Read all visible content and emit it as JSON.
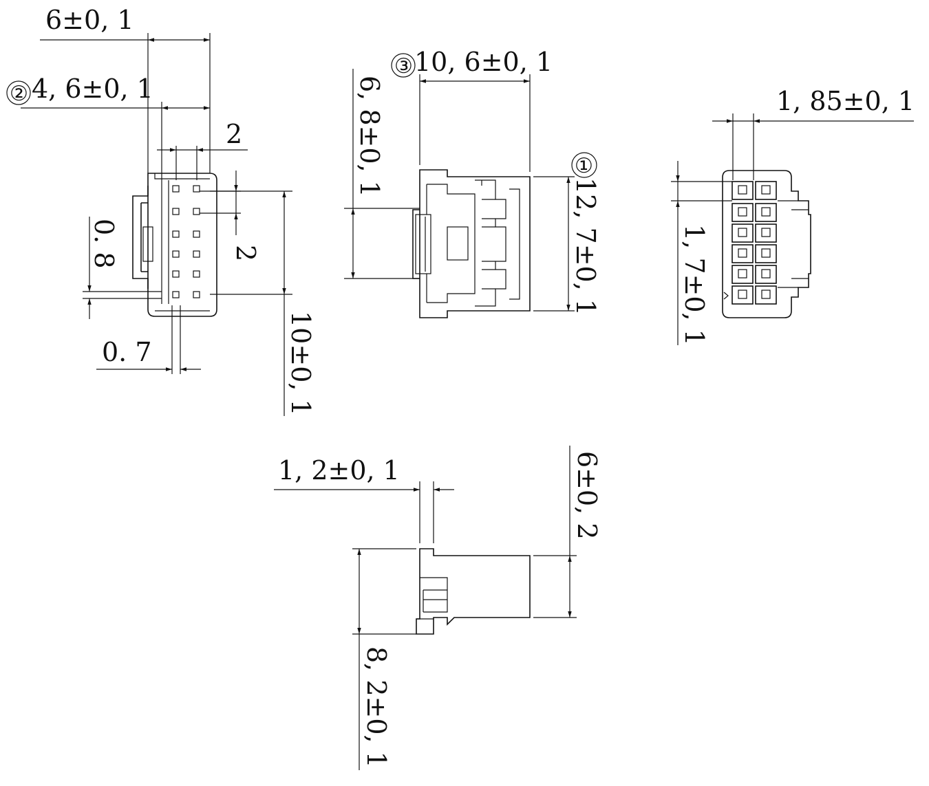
{
  "dimensions": {
    "width_6": "6±0, 1",
    "width_4_6": "4, 6±0, 1",
    "pitch_2_h": "2",
    "pitch_2_v": "2",
    "gap_0_8": "0. 8",
    "gap_0_7": "0. 7",
    "height_10": "10±0, 1",
    "width_10_6": "10, 6±0, 1",
    "height_6_8": "6, 8±0, 1",
    "height_12_7": "12, 7±0, 1",
    "pitch_1_85": "1, 85±0, 1",
    "pitch_1_7": "1, 7±0, 1",
    "thick_1_2": "1, 2±0, 1",
    "height_6": "6±0, 2",
    "height_8_2": "8, 2±0, 1"
  },
  "markers": {
    "m1": "①",
    "m2": "②",
    "m3": "③"
  },
  "colors": {
    "line": "#111111",
    "background": "#ffffff"
  }
}
